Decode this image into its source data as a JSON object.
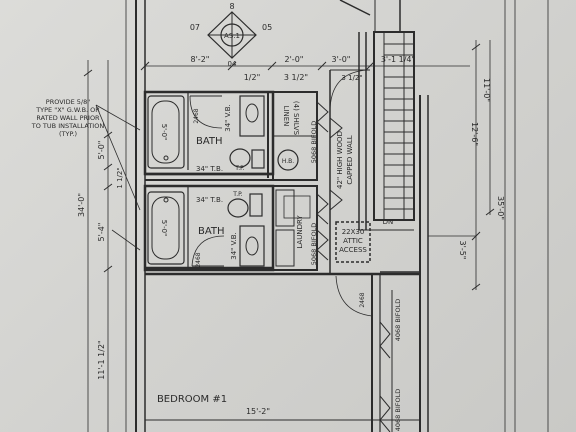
{
  "labels": {
    "callout_top": "8",
    "callout_left": "07",
    "callout_right": "05",
    "callout_bottom": "04",
    "callout_center": "AS.1",
    "dim_8_2": "8'-2\"",
    "dim_1_half": "1/2\"",
    "dim_2_0": "2'-0\"",
    "dim_3_half": "3 1/2\"",
    "dim_3_0": "3'-0\"",
    "dim_3_half_b": "3 1/2\"",
    "dim_3_1_4": "3'-1 1/4\"",
    "dim_11_0": "11'-0\"",
    "dim_12_6": "12'-6\"",
    "dim_35_0": "35'-0\"",
    "dim_34_0": "34'-0\"",
    "dim_5_0_left": "5'-0\"",
    "dim_5_4": "5'-4\"",
    "dim_3_5": "3'-5\"",
    "dim_11_half": "11'-1 1/2\"",
    "dim_15_2": "15'-2\"",
    "dim_1_half_side": "1 1/2\"",
    "note_line1": "PROVIDE 5/8\"",
    "note_line2": "TYPE \"X\" G.W.B. OR",
    "note_line3": "RATED WALL PRIOR",
    "note_line4": "TO TUB INSTALLATION",
    "note_line5": "(TYP.)",
    "bath_upper": "BATH",
    "bath_lower": "BATH",
    "tub_upper": "5'-0\"",
    "tub_lower": "5'-0\"",
    "vb_upper": "34\" V.B.",
    "vb_lower": "34\" V.B.",
    "tb_upper": "34\" T.B.",
    "tb_lower": "34\" T.B.",
    "tp_upper": "T.P.",
    "tp_lower": "T.P.",
    "door_2468_a": "2468",
    "door_2468_b": "2468",
    "door_2468_c": "2468",
    "linen": "LINEN",
    "shelves": "(4) SHLVS",
    "laundry": "LAUNDRY",
    "hb": "H.B.",
    "bifold_1": "5068 BIFOLD",
    "bifold_2": "5068 BIFOLD",
    "bifold_3": "4068 BIFOLD",
    "bifold_4": "4068 BIFOLD",
    "attic_1": "22X30",
    "attic_2": "ATTIC",
    "attic_3": "ACCESS",
    "wall_1": "42\" HIGH WOOD",
    "wall_2": "CAPPED WALL",
    "stair_dn": "DN",
    "bedroom": "BEDROOM #1"
  }
}
